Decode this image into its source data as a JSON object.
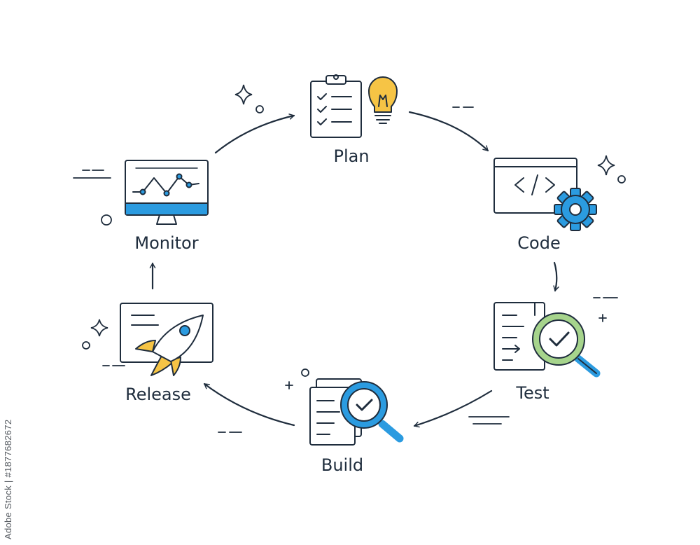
{
  "stages": [
    {
      "id": "plan",
      "label": "Plan"
    },
    {
      "id": "code",
      "label": "Code"
    },
    {
      "id": "test",
      "label": "Test"
    },
    {
      "id": "build",
      "label": "Build"
    },
    {
      "id": "release",
      "label": "Release"
    },
    {
      "id": "monitor",
      "label": "Monitor"
    }
  ],
  "icons": {
    "plan": [
      "clipboard-checklist-icon",
      "lightbulb-icon"
    ],
    "code": [
      "code-window-icon",
      "gear-icon"
    ],
    "test": [
      "document-icon",
      "magnifier-check-icon"
    ],
    "build": [
      "documents-icon",
      "magnifier-check-icon"
    ],
    "release": [
      "screen-icon",
      "rocket-icon"
    ],
    "monitor": [
      "monitor-chart-icon"
    ]
  },
  "colors": {
    "outline": "#1f2d3d",
    "blue": "#2b9be0",
    "light_blue": "#d6ecfa",
    "yellow": "#f6c445",
    "green": "#a6d48c"
  },
  "side_text": "Adobe Stock | #1877682672"
}
